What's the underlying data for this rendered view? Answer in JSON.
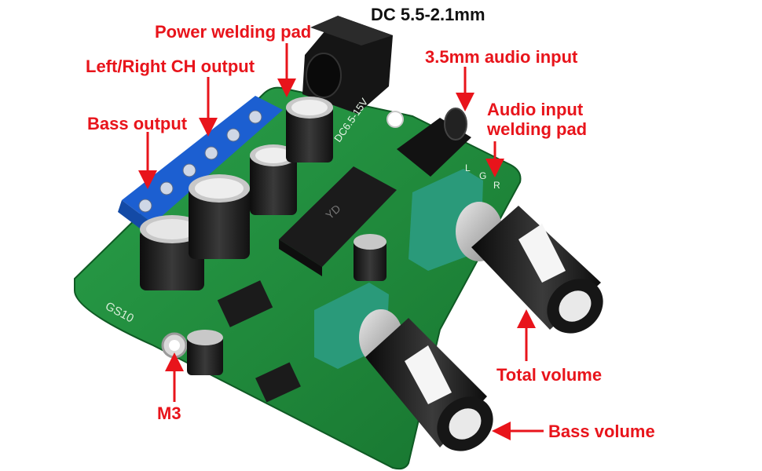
{
  "labels": {
    "dc": "DC 5.5-2.1mm",
    "power_pad": "Power welding pad",
    "lr_output": "Left/Right CH output",
    "audio_35": "3.5mm audio input",
    "audio_pad_line1": "Audio input",
    "audio_pad_line2": "welding pad",
    "bass_output": "Bass output",
    "m3": "M3",
    "total_volume": "Total volume",
    "bass_volume": "Bass volume"
  },
  "board": {
    "silkscreen_dc": "DC6.5-15V",
    "silkscreen_gnd": "G",
    "silkscreen_r": "R",
    "silkscreen_l": "L",
    "silkscreen_id": "GS10",
    "chip_main": "YD"
  },
  "colors": {
    "label_red": "#e8141b",
    "label_black": "#111111",
    "pcb_green": "#1f8a3a",
    "terminal_blue": "#1c5fd1",
    "pot_green": "#2a9a7a",
    "knob_black": "#1a1a1a"
  }
}
